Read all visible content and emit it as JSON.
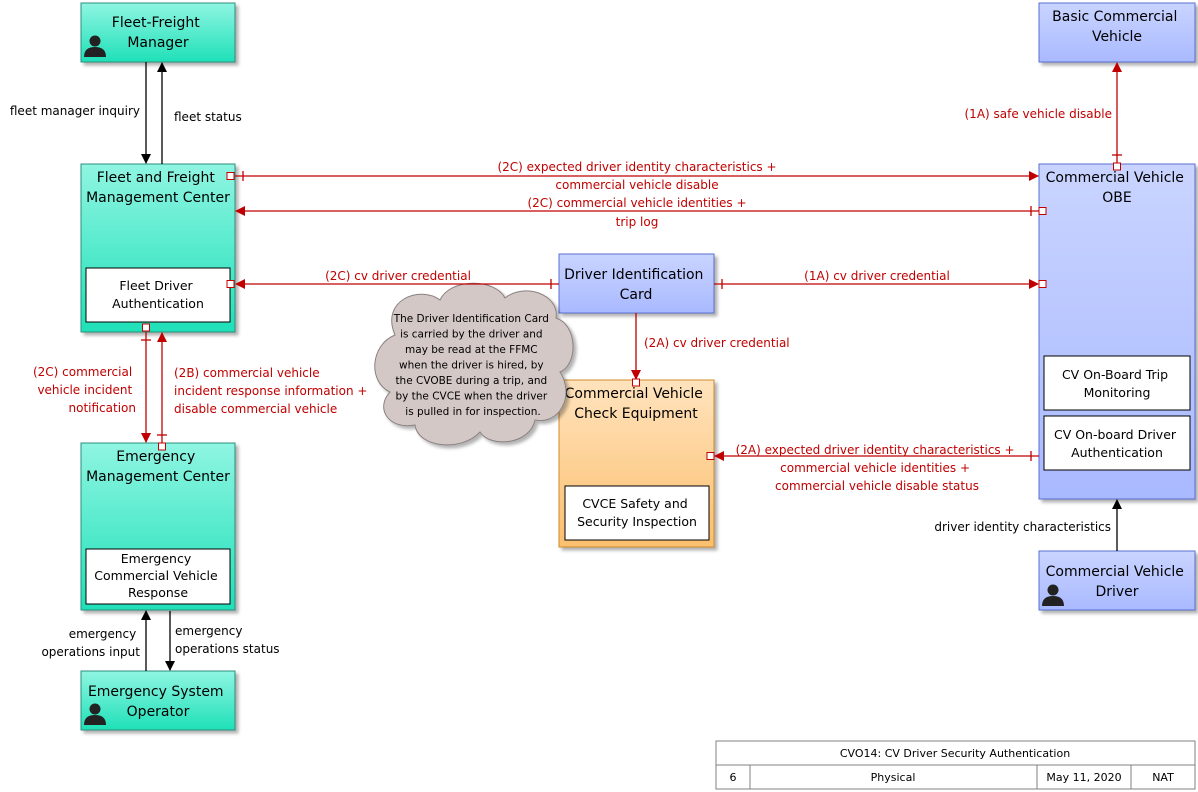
{
  "nodes": {
    "ffm": [
      "Fleet-Freight",
      "Manager"
    ],
    "bcv": [
      "Basic Commercial",
      "Vehicle"
    ],
    "ffmc": [
      "Fleet and Freight",
      "Management Center"
    ],
    "fda": [
      "Fleet Driver",
      "Authentication"
    ],
    "cvobe": [
      "Commercial Vehicle",
      "OBE"
    ],
    "dic": [
      "Driver Identification",
      "Card"
    ],
    "cvce": [
      "Commercial Vehicle",
      "Check Equipment"
    ],
    "cvce_safety": [
      "CVCE Safety and",
      "Security Inspection"
    ],
    "trip": [
      "CV On-Board Trip",
      "Monitoring"
    ],
    "driver_auth": [
      "CV On-board Driver",
      "Authentication"
    ],
    "emc": [
      "Emergency",
      "Management Center"
    ],
    "ecvr": [
      "Emergency",
      "Commercial Vehicle",
      "Response"
    ],
    "eso": [
      "Emergency System",
      "Operator"
    ],
    "cvd": [
      "Commercial Vehicle",
      "Driver"
    ]
  },
  "flows": {
    "fleet_manager_inquiry": [
      "fleet manager inquiry"
    ],
    "fleet_status": [
      "fleet status"
    ],
    "safe_vehicle_disable": [
      "(1A) safe vehicle disable"
    ],
    "expected_char_2c": [
      "(2C) expected driver identity characteristics +",
      "commercial vehicle disable"
    ],
    "cv_identities_2c": [
      "(2C) commercial vehicle identities +",
      "trip log"
    ],
    "cv_credential_2c": [
      "(2C) cv driver credential"
    ],
    "cv_credential_1a": [
      "(1A) cv driver credential"
    ],
    "cv_credential_2a": [
      "(2A) cv driver credential"
    ],
    "incident_notification_2c": [
      "(2C) commercial",
      "vehicle incident",
      "notification"
    ],
    "incident_response_2b": [
      "(2B) commercial vehicle",
      "incident response information +",
      "disable commercial vehicle"
    ],
    "expected_char_2a": [
      "(2A) expected driver identity characteristics +",
      "commercial vehicle identities +",
      "commercial vehicle disable status"
    ],
    "driver_identity_characteristics": [
      "driver identity characteristics"
    ],
    "emergency_operations_input": [
      "emergency",
      "operations input"
    ],
    "emergency_operations_status": [
      "emergency",
      "operations status"
    ]
  },
  "note": [
    "The Driver Identification Card",
    "is carried by the driver and",
    "may be read at the FFMC",
    "when the driver is hired, by",
    "the CVOBE during a trip, and",
    "by the CVCE when the driver",
    "is pulled in for inspection."
  ],
  "title_block": {
    "title": "CVO14: CV Driver Security Authentication",
    "page": "6",
    "view": "Physical",
    "date": "May 11, 2020",
    "scope": "NAT"
  },
  "colors": {
    "center_fill": "#33e8c4",
    "vehicle_fill": "#b3c3ff",
    "field_fill": "#fcc98a",
    "flow_red": "#c00000"
  }
}
